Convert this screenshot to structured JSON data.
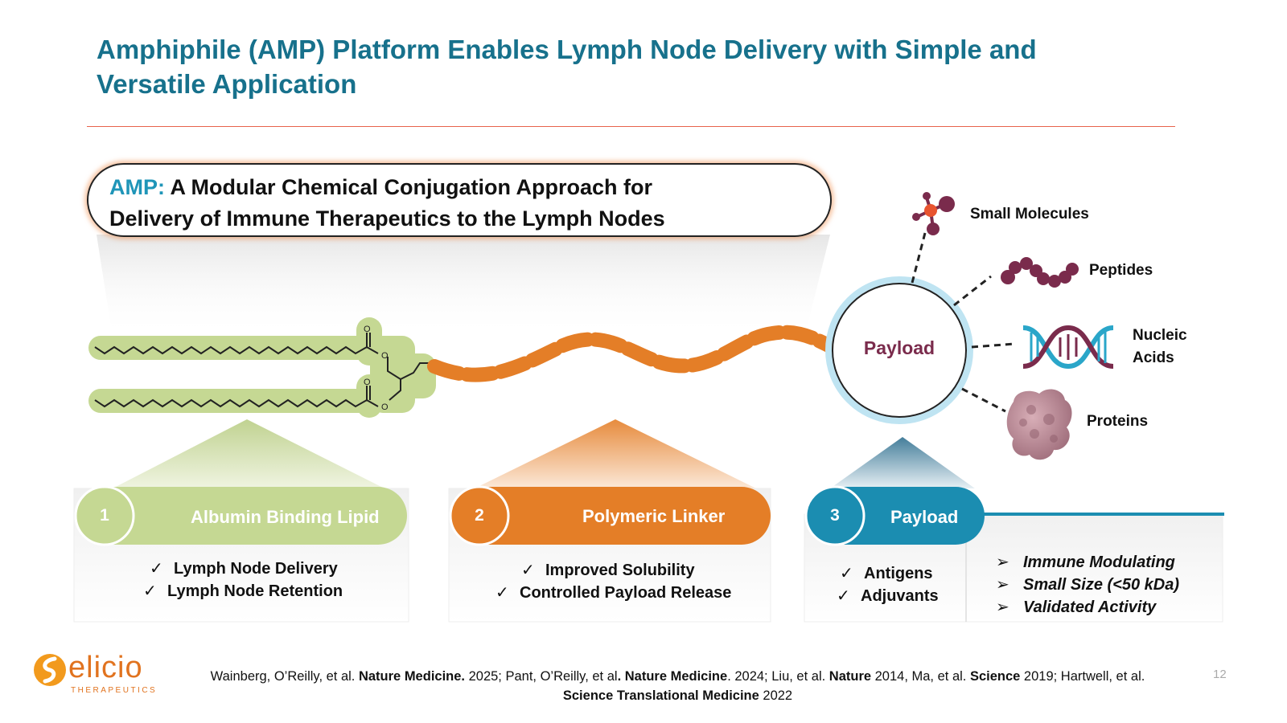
{
  "title": "Amphiphile (AMP) Platform Enables Lymph Node Delivery with Simple and Versatile Application",
  "banner": {
    "prefix": "AMP:",
    "line1": "A Modular Chemical Conjugation Approach for",
    "line2": "Delivery of Immune Therapeutics to the Lymph Nodes"
  },
  "payload_circle": "Payload",
  "payload_types": {
    "small_molecules": "Small Molecules",
    "peptides": "Peptides",
    "nucleic_line1": "Nucleic",
    "nucleic_line2": "Acids",
    "proteins": "Proteins"
  },
  "modules": [
    {
      "number": "1",
      "label": "Albumin Binding Lipid",
      "color": "#c5d893",
      "bullets": [
        "Lymph Node Delivery",
        "Lymph Node Retention"
      ]
    },
    {
      "number": "2",
      "label": "Polymeric Linker",
      "color": "#e47e27",
      "bullets": [
        "Improved Solubility",
        "Controlled Payload Release"
      ]
    },
    {
      "number": "3",
      "label": "Payload",
      "color": "#1b8db1",
      "bullets": [
        "Antigens",
        "Adjuvants"
      ],
      "features": [
        "Immune Modulating",
        "Small Size (<50 kDa)",
        "Validated Activity"
      ]
    }
  ],
  "bullet_check": "✓",
  "feature_arrow": "➢",
  "logo": {
    "name": "elicio",
    "sub": "THERAPEUTICS"
  },
  "references": {
    "r1": "Wainberg, O’Reilly, et al. ",
    "r1b": "Nature Medicine.",
    "r2": " 2025; Pant, O’Reilly, et al",
    "r2b": ". Nature Medicine",
    "r3": ". 2024; Liu, et al. ",
    "r3b": "Nature",
    "r4": " 2014, Ma, et al. ",
    "r4b": "Science",
    "r5": " 2019; Hartwell, et al.",
    "r6b": "Science Translational Medicine",
    "r6": " 2022"
  },
  "page_number": "12",
  "colors": {
    "title": "#17718c",
    "accent_rule": "#e8634c",
    "lipid": "#c5d893",
    "linker": "#e47e27",
    "payload": "#1b8db1",
    "payload_text": "#7a2b4c"
  }
}
